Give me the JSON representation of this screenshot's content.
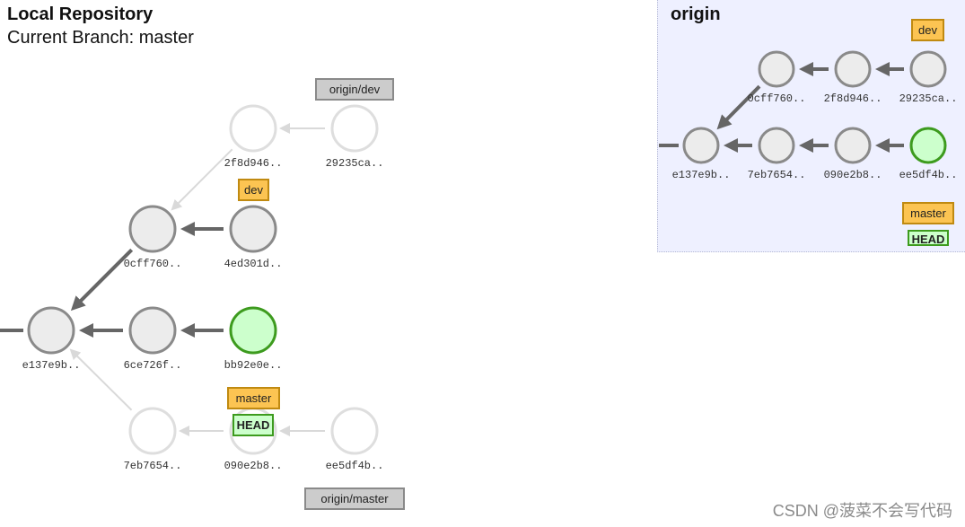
{
  "header": {
    "title": "Local Repository",
    "subtitle": "Current Branch: master"
  },
  "local": {
    "commits": [
      {
        "id": "e137e9b",
        "label": "e137e9b..",
        "state": "normal"
      },
      {
        "id": "6ce726f",
        "label": "6ce726f..",
        "state": "normal"
      },
      {
        "id": "bb92e0e",
        "label": "bb92e0e..",
        "state": "head"
      },
      {
        "id": "0cff760",
        "label": "0cff760..",
        "state": "normal"
      },
      {
        "id": "4ed301d",
        "label": "4ed301d..",
        "state": "normal"
      },
      {
        "id": "2f8d946",
        "label": "2f8d946..",
        "state": "faded"
      },
      {
        "id": "29235ca",
        "label": "29235ca..",
        "state": "faded"
      },
      {
        "id": "7eb7654",
        "label": "7eb7654..",
        "state": "faded"
      },
      {
        "id": "090e2b8",
        "label": "090e2b8..",
        "state": "faded"
      },
      {
        "id": "ee5df4b",
        "label": "ee5df4b..",
        "state": "faded"
      }
    ],
    "edges": [
      {
        "from": "6ce726f",
        "to": "e137e9b",
        "style": "strong"
      },
      {
        "from": "bb92e0e",
        "to": "6ce726f",
        "style": "strong"
      },
      {
        "from": "0cff760",
        "to": "e137e9b",
        "style": "strong"
      },
      {
        "from": "4ed301d",
        "to": "0cff760",
        "style": "strong"
      },
      {
        "from": "2f8d946",
        "to": "0cff760",
        "style": "faded"
      },
      {
        "from": "29235ca",
        "to": "2f8d946",
        "style": "faded"
      },
      {
        "from": "7eb7654",
        "to": "e137e9b",
        "style": "faded"
      },
      {
        "from": "090e2b8",
        "to": "7eb7654",
        "style": "faded"
      },
      {
        "from": "ee5df4b",
        "to": "090e2b8",
        "style": "faded"
      }
    ],
    "tags": {
      "origin_dev": "origin/dev",
      "dev": "dev",
      "master": "master",
      "head": "HEAD",
      "origin_master": "origin/master"
    }
  },
  "origin": {
    "title": "origin",
    "commits": [
      {
        "id": "e137e9b",
        "label": "e137e9b..",
        "state": "normal"
      },
      {
        "id": "7eb7654",
        "label": "7eb7654..",
        "state": "normal"
      },
      {
        "id": "090e2b8",
        "label": "090e2b8..",
        "state": "normal"
      },
      {
        "id": "ee5df4b",
        "label": "ee5df4b..",
        "state": "head"
      },
      {
        "id": "0cff760",
        "label": "0cff760..",
        "state": "normal"
      },
      {
        "id": "2f8d946",
        "label": "2f8d946..",
        "state": "normal"
      },
      {
        "id": "29235ca",
        "label": "29235ca..",
        "state": "normal"
      }
    ],
    "edges": [
      {
        "from": "7eb7654",
        "to": "e137e9b",
        "style": "strong"
      },
      {
        "from": "090e2b8",
        "to": "7eb7654",
        "style": "strong"
      },
      {
        "from": "ee5df4b",
        "to": "090e2b8",
        "style": "strong"
      },
      {
        "from": "0cff760",
        "to": "e137e9b",
        "style": "strong"
      },
      {
        "from": "2f8d946",
        "to": "0cff760",
        "style": "strong"
      },
      {
        "from": "29235ca",
        "to": "2f8d946",
        "style": "strong"
      }
    ],
    "tags": {
      "dev": "dev",
      "master": "master",
      "head": "HEAD"
    }
  },
  "colors": {
    "node_fill": "#ececec",
    "node_stroke": "#8a8a8a",
    "head_fill": "#ccffcc",
    "head_stroke": "#3d9b1e",
    "faded_stroke": "#dedede",
    "edge_strong": "#666666",
    "edge_faded": "#d9d9d9"
  },
  "watermark": "CSDN @菠菜不会写代码"
}
